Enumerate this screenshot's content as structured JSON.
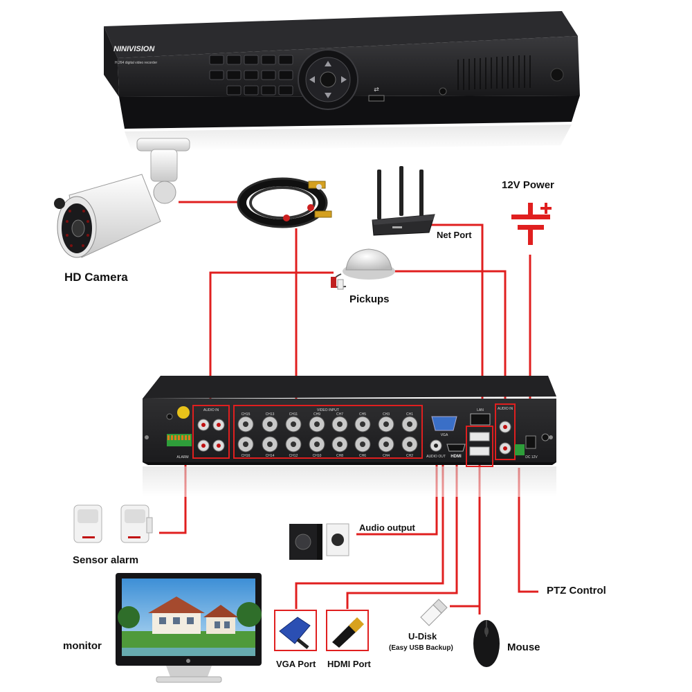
{
  "nvr": {
    "brand": "NINIVISION",
    "model_text": "H.264 digital video recorder"
  },
  "rear_panel": {
    "audio_in_label": "AUDIO IN",
    "video_input_label": "VIDEO INPUT",
    "channels_top": [
      "CH15",
      "CH13",
      "CH11",
      "CH9",
      "CH7",
      "CH5",
      "CH3",
      "CH1"
    ],
    "channels_bottom": [
      "CH16",
      "CH14",
      "CH12",
      "CH10",
      "CH8",
      "CH6",
      "CH4",
      "CH2"
    ],
    "vga_label": "VGA",
    "audio_out_label": "AUDIO OUT",
    "hdmi_label": "HDMI",
    "lan_label": "LAN",
    "audio_in_right_label": "AUDIO IN",
    "dc_label": "DC 12V",
    "alarm_label": "ALARM"
  },
  "labels": {
    "hd_camera": "HD Camera",
    "twelve_v_power": "12V Power",
    "net_port": "Net Port",
    "pickups": "Pickups",
    "audio_output": "Audio output",
    "sensor_alarm": "Sensor alarm",
    "ptz_control": "PTZ Control",
    "monitor": "monitor",
    "vga_port": "VGA Port",
    "hdmi_port": "HDMI Port",
    "u_disk": "U-Disk",
    "u_disk_sub": "(Easy USB Backup)",
    "mouse": "Mouse"
  },
  "colors": {
    "wire": "#e01f1f",
    "device_dark": "#1f1f22",
    "panel": "#2a2a2c"
  }
}
